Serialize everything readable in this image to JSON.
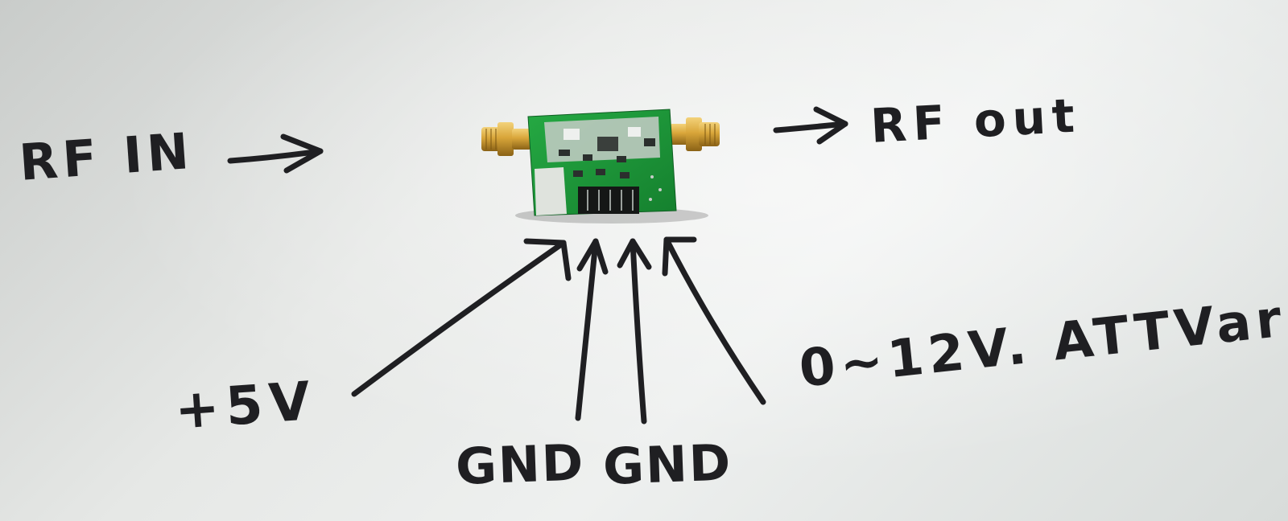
{
  "scene": {
    "paper_color": "#e6e8e6",
    "ink_color": "#1f1f22",
    "pcb_color": "#1f9a3a",
    "connector_color": "#d9a63a"
  },
  "labels": {
    "rf_in": "RF IN",
    "rf_out": "RF out",
    "plus_5v": "+5V",
    "gnd_left": "GND",
    "gnd_right": "GND",
    "attenuation": "0~12V. ATTVar"
  }
}
